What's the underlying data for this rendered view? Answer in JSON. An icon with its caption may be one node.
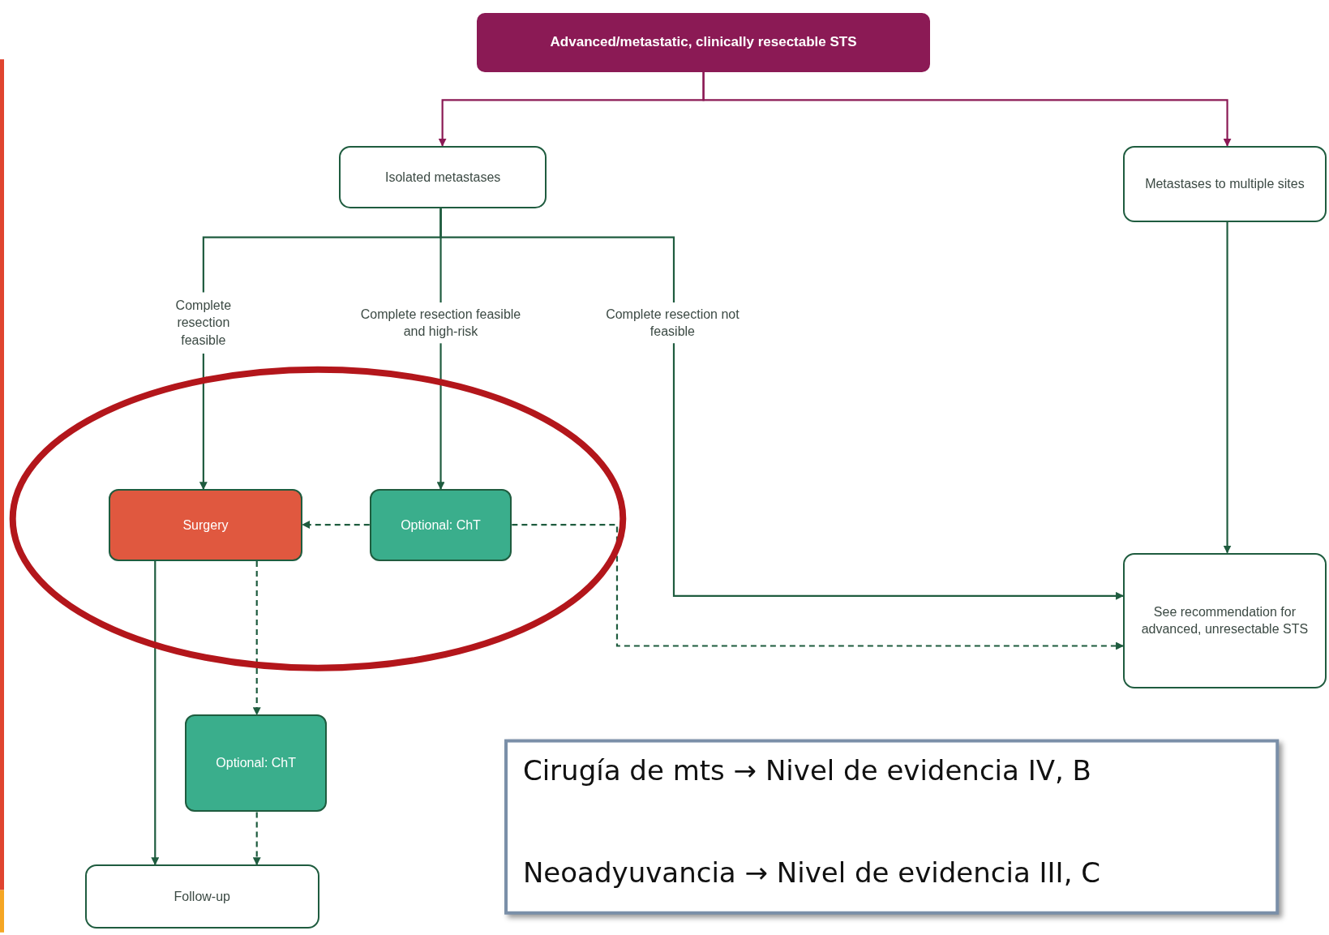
{
  "diagram": {
    "nodes": [
      {
        "text": [
          "Advanced/metastatic, clinically resectable STS"
        ]
      },
      {
        "text": [
          "Isolated metastases"
        ]
      },
      {
        "text": [
          "Metastases to multiple sites"
        ]
      },
      {
        "text": [
          "Complete resection feasible"
        ]
      },
      {
        "text": [
          "Complete resection feasible and high-risk"
        ]
      },
      {
        "text": [
          "Complete resection not feasible"
        ]
      },
      {
        "text": [
          "Surgery"
        ]
      },
      {
        "text": [
          "Optional: ChT"
        ]
      },
      {
        "text": [
          "See recommendation for advanced, unresectable STS"
        ]
      },
      {
        "text": [
          "Optional: ChT"
        ]
      },
      {
        "text": [
          "Follow-up"
        ]
      }
    ],
    "edges": [
      {
        "from": 0,
        "to": 1,
        "arrow": "to",
        "color": "#8b1a55"
      },
      {
        "from": 0,
        "to": 2,
        "arrow": "to",
        "color": "#8b1a55"
      },
      {
        "from": 1,
        "to": 3,
        "arrow": "none"
      },
      {
        "from": 1,
        "to": 4,
        "arrow": "none"
      },
      {
        "from": 1,
        "to": 5,
        "arrow": "none"
      },
      {
        "from": 3,
        "to": 6,
        "arrow": "to"
      },
      {
        "from": 4,
        "to": 7,
        "arrow": "to"
      },
      {
        "from": 5,
        "to": 8,
        "arrow": "to"
      },
      {
        "from": 7,
        "to": 6,
        "arrow": "to",
        "style": "dashed"
      },
      {
        "from": 7,
        "to": 8,
        "arrow": "to",
        "style": "dashed"
      },
      {
        "from": 2,
        "to": 8,
        "arrow": "to"
      },
      {
        "from": 6,
        "to": 10,
        "arrow": "to"
      },
      {
        "from": 6,
        "to": 9,
        "arrow": "to",
        "style": "dashed"
      },
      {
        "from": 9,
        "to": 10,
        "arrow": "to",
        "style": "dashed"
      }
    ],
    "labels": [
      "Cirugía de mts → Nivel de evidencia IV, B",
      "Neoadyuvancia → Nivel de evidencia III, C"
    ]
  }
}
